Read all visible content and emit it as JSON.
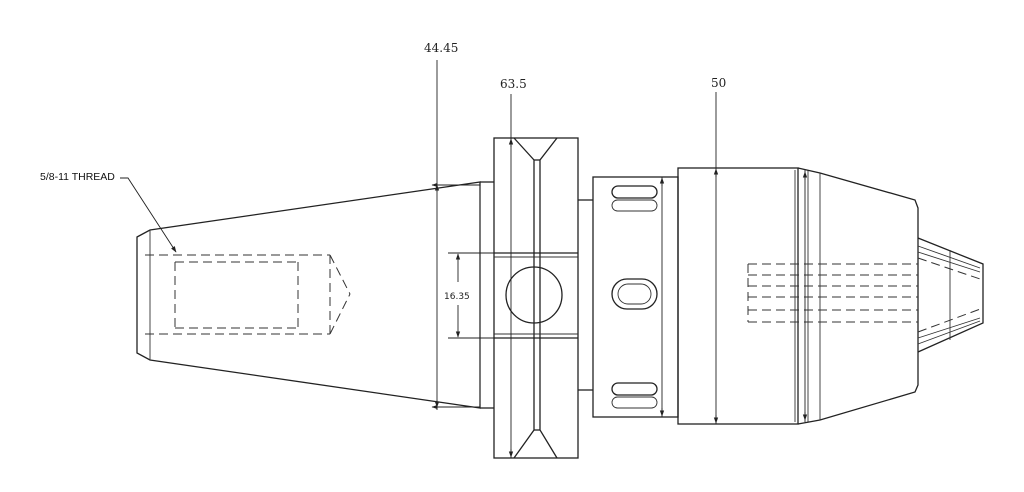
{
  "dimensions": {
    "flange_height": "44.45",
    "flange_diameter": "63.5",
    "collet_nut_diameter": "50",
    "cross_hole": "16.35"
  },
  "callouts": {
    "thread": "5/8-11 THREAD"
  }
}
